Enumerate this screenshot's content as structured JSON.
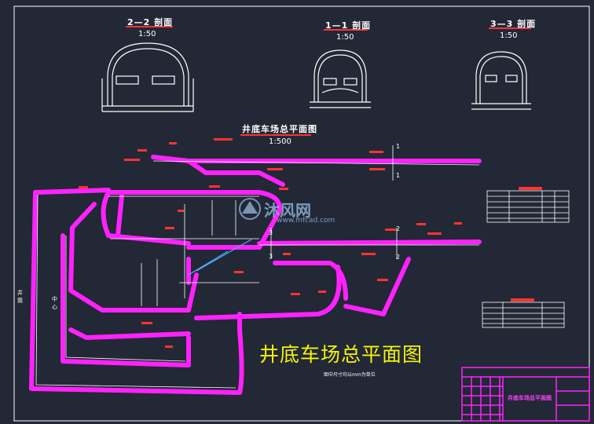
{
  "sections": {
    "s22": {
      "title": "2—2  剖面",
      "scale": "1:50"
    },
    "s11": {
      "title": "1—1  剖面",
      "scale": "1:50"
    },
    "s33": {
      "title": "3—3  剖面",
      "scale": "1:50"
    }
  },
  "plan": {
    "title": "井底车场总平面图",
    "scale": "1:500"
  },
  "big_title": "井底车场总平面图",
  "note": "图中尺寸均以mm为单位",
  "section_marks": {
    "m1": "1",
    "m2": "2",
    "m3": "3"
  },
  "left_labels": {
    "a": "井",
    "b": "筒",
    "c": "中",
    "d": "心"
  },
  "watermark": {
    "brand": "沐风网",
    "url": "www.mfcad.com"
  },
  "title_block": {
    "name": "井底车场总平面图"
  },
  "colors": {
    "background": "#222835",
    "track": "#ff22ff",
    "line": "#ffffff",
    "dim": "#ff3333",
    "title": "#f4f40a"
  }
}
